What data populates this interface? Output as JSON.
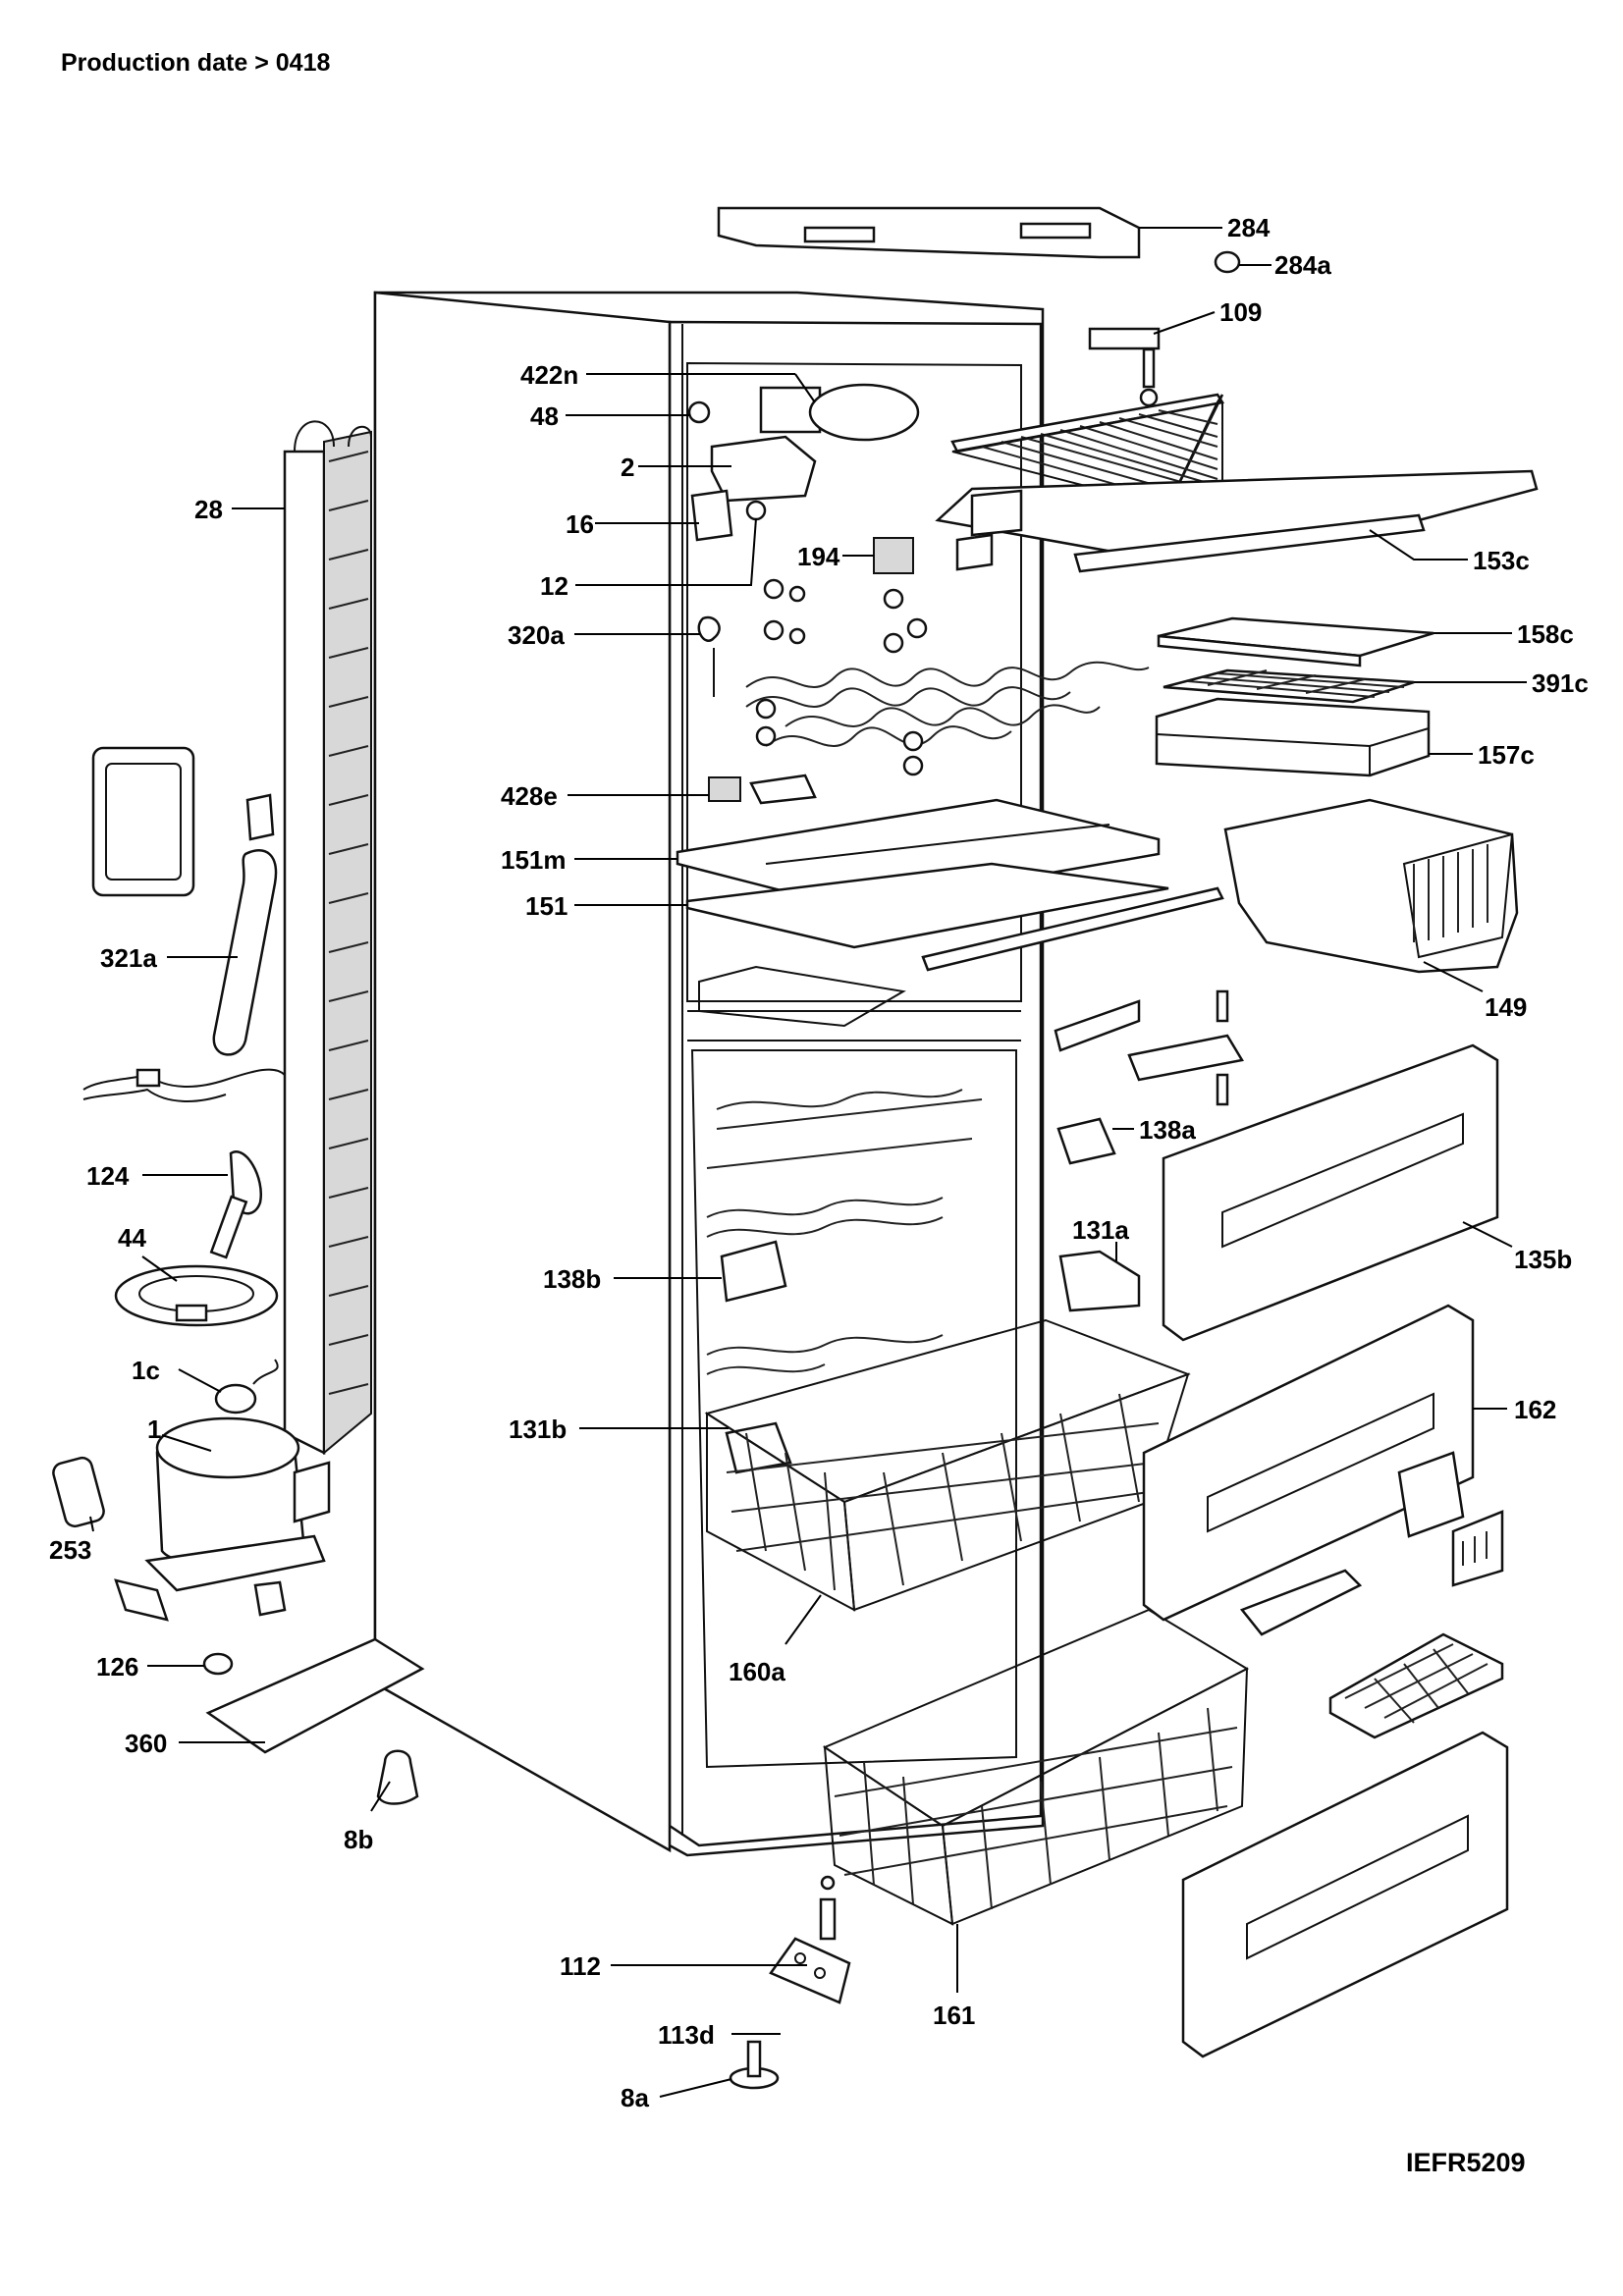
{
  "header": {
    "text": "Production date > 0418"
  },
  "footer": {
    "code": "IEFR5209"
  },
  "parts": {
    "p284": "284",
    "p284a": "284a",
    "p109": "109",
    "p422n": "422n",
    "p48": "48",
    "p2": "2",
    "p28": "28",
    "p16": "16",
    "p194": "194",
    "p153c": "153c",
    "p12": "12",
    "p320a": "320a",
    "p158c": "158c",
    "p391c": "391c",
    "p157c": "157c",
    "p428e": "428e",
    "p151m": "151m",
    "p151": "151",
    "p321a": "321a",
    "p149": "149",
    "p138a": "138a",
    "p124": "124",
    "p131a": "131a",
    "p44": "44",
    "p135b": "135b",
    "p138b": "138b",
    "p1c": "1c",
    "p162": "162",
    "p1": "1",
    "p131b": "131b",
    "p253": "253",
    "p126": "126",
    "p160a": "160a",
    "p360": "360",
    "p8b": "8b",
    "p112": "112",
    "p161": "161",
    "p113d": "113d",
    "p8a": "8a"
  }
}
